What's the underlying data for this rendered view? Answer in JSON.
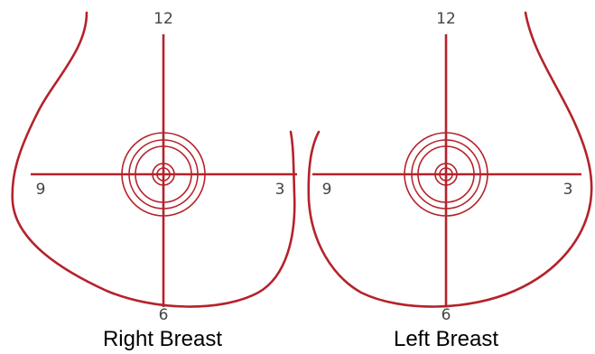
{
  "colors": {
    "line": "#b5222b",
    "clock_text": "#444444",
    "label_text": "#000000"
  },
  "right_breast": {
    "label": "Right Breast",
    "clock": {
      "top": "12",
      "left": "9",
      "right": "3",
      "bottom": "6"
    }
  },
  "left_breast": {
    "label": "Left Breast",
    "clock": {
      "top": "12",
      "left": "9",
      "right": "3",
      "bottom": "6"
    }
  }
}
